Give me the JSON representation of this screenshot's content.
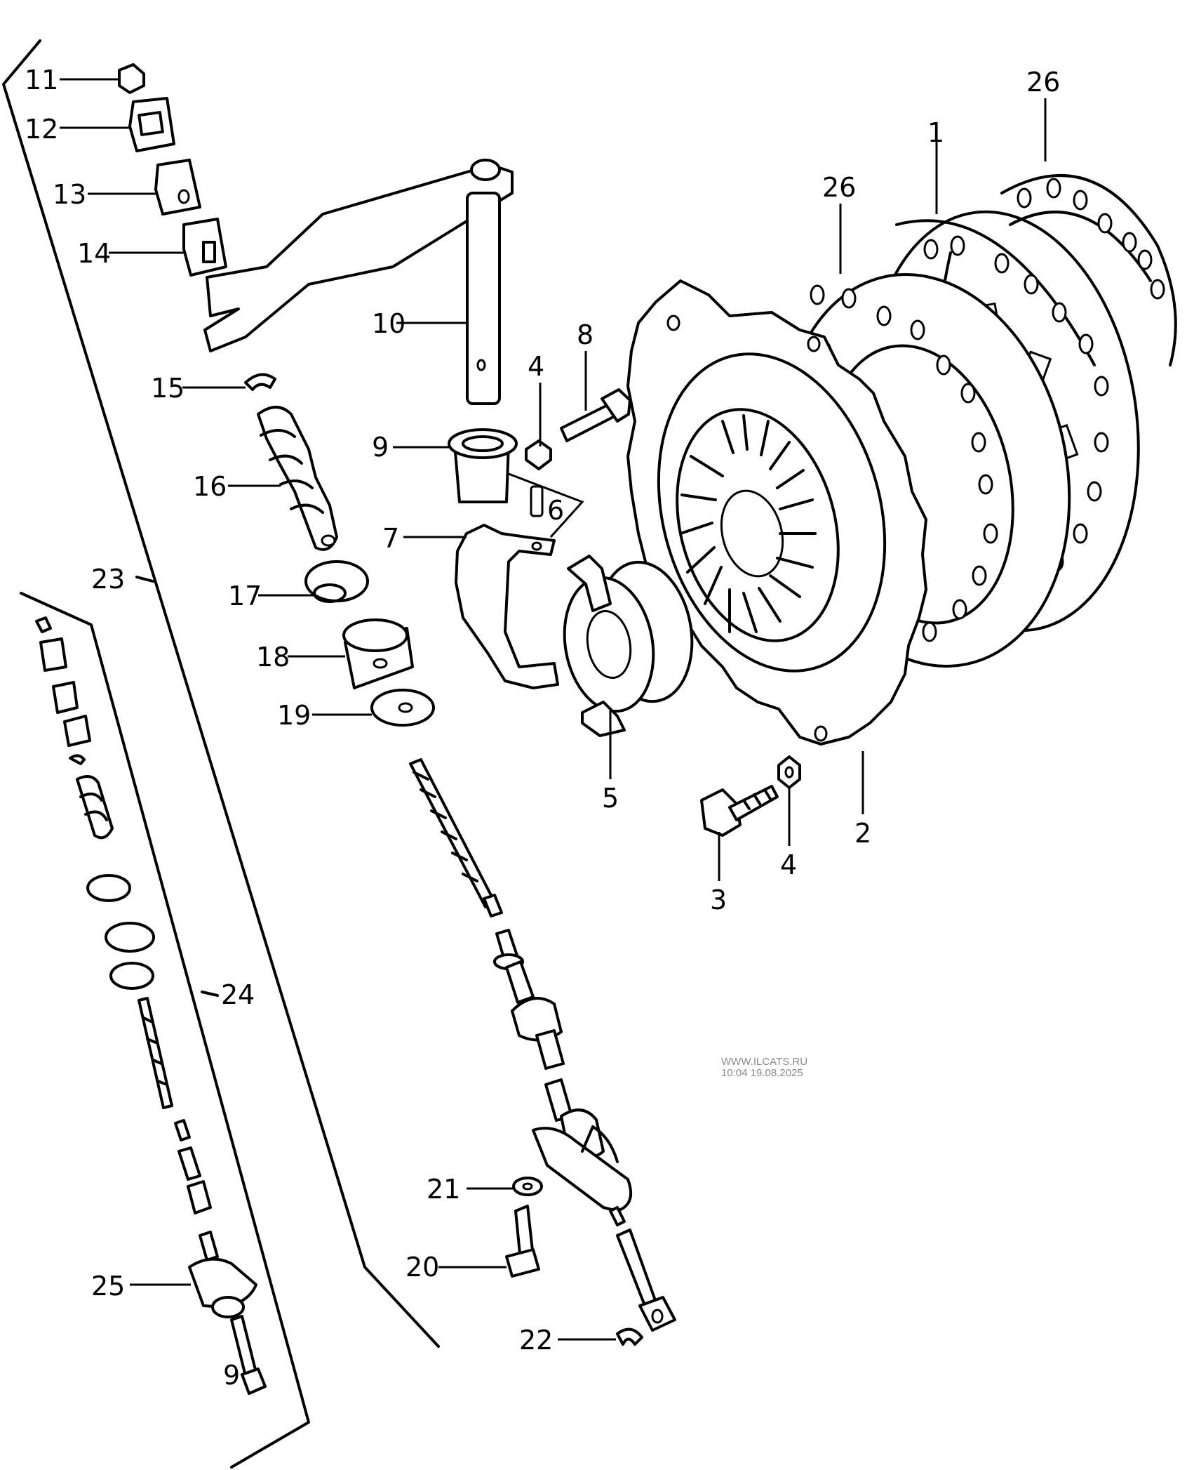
{
  "callouts": {
    "p1": "1",
    "p2": "2",
    "p3": "3",
    "p4a": "4",
    "p4b": "4",
    "p5": "5",
    "p6": "6",
    "p7": "7",
    "p8": "8",
    "p9": "9",
    "p10": "10",
    "p11": "11",
    "p12": "12",
    "p13": "13",
    "p14": "14",
    "p15": "15",
    "p16": "16",
    "p17": "17",
    "p18": "18",
    "p19": "19",
    "p20": "20",
    "p21": "21",
    "p22": "22",
    "p23": "23",
    "p24": "24",
    "p25": "25",
    "p26a": "26",
    "p26b": "26",
    "p9s": "9"
  },
  "watermark": {
    "site": "WWW.ILCATS.RU",
    "stamp": "10:04 19.08.2025"
  }
}
